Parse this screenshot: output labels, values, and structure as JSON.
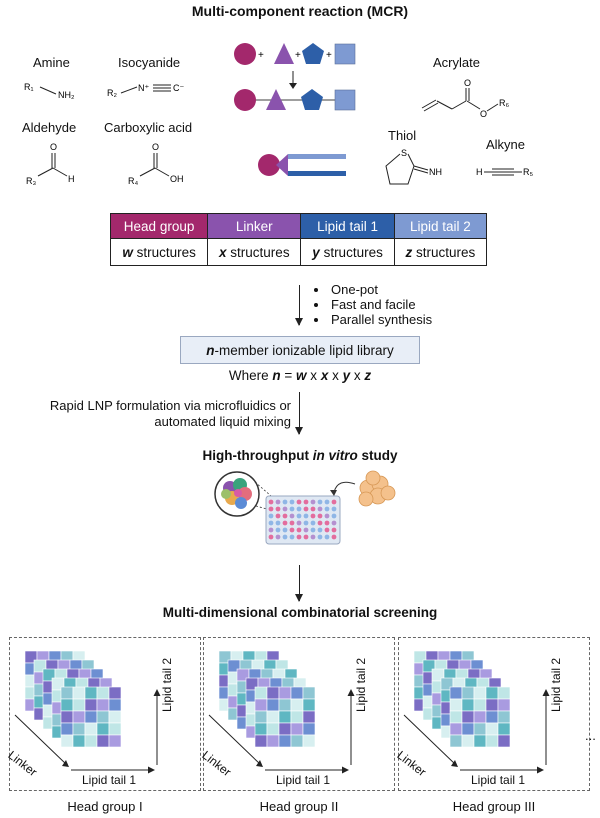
{
  "title": "Multi-component reaction (MCR)",
  "reagents": {
    "amine": {
      "label": "Amine",
      "formula_r": "R",
      "formula_sub": "1",
      "formula_rest": "NH",
      "formula_sub2": "2"
    },
    "isocyanide": {
      "label": "Isocyanide"
    },
    "aldehyde": {
      "label": "Aldehyde"
    },
    "carboxylic": {
      "label": "Carboxylic acid"
    },
    "acrylate": {
      "label": "Acrylate"
    },
    "thiol": {
      "label": "Thiol"
    },
    "alkyne": {
      "label": "Alkyne"
    }
  },
  "chem_labels": {
    "r1": "R₁",
    "nh2": "NH₂",
    "r2": "R₂",
    "n_plus": "N⁺",
    "c_minus": "C⁻",
    "r3": "R₃",
    "h": "H",
    "o1": "O",
    "r4": "R₄",
    "oh": "OH",
    "o2": "O",
    "o3": "O",
    "o4": "O",
    "r6": "R₆",
    "s": "S",
    "nh": "NH",
    "h2": "H",
    "r5": "R₅"
  },
  "table": {
    "headers": [
      "Head group",
      "Linker",
      "Lipid tail 1",
      "Lipid tail 2"
    ],
    "header_colors": [
      "#a3286c",
      "#8a53ad",
      "#2d5fa8",
      "#7e9ad2"
    ],
    "row": [
      {
        "var": "w",
        "text": " structures"
      },
      {
        "var": "x",
        "text": " structures"
      },
      {
        "var": "y",
        "text": " structures"
      },
      {
        "var": "z",
        "text": " structures"
      }
    ]
  },
  "bullets": [
    "One-pot",
    "Fast and facile",
    "Parallel synthesis"
  ],
  "library": {
    "var": "n",
    "text": "-member ionizable lipid library"
  },
  "formula": {
    "prefix": "Where ",
    "n": "n",
    "eq": " = ",
    "w": "w",
    "x1": " x ",
    "x": "x",
    "x2": " x ",
    "y": "y",
    "x3": " x ",
    "z": "z"
  },
  "formulation": [
    "Rapid LNP formulation via microfluidics or",
    "automated liquid mixing"
  ],
  "screen_title": {
    "pre": "High-throughput ",
    "em": "in vitro",
    "post": " study"
  },
  "multi_title": "Multi-dimensional combinatorial screening",
  "cube_axes": {
    "linker": "Linker",
    "tail1": "Lipid tail 1",
    "tail2": "Lipid tail 2"
  },
  "head_groups": [
    "Head group I",
    "Head group II",
    "Head group III"
  ],
  "ellipsis": "...",
  "palette": {
    "magenta": "#a3286c",
    "purple": "#8a53ad",
    "blue": "#2d5fa8",
    "light_blue": "#7e9ad2"
  }
}
